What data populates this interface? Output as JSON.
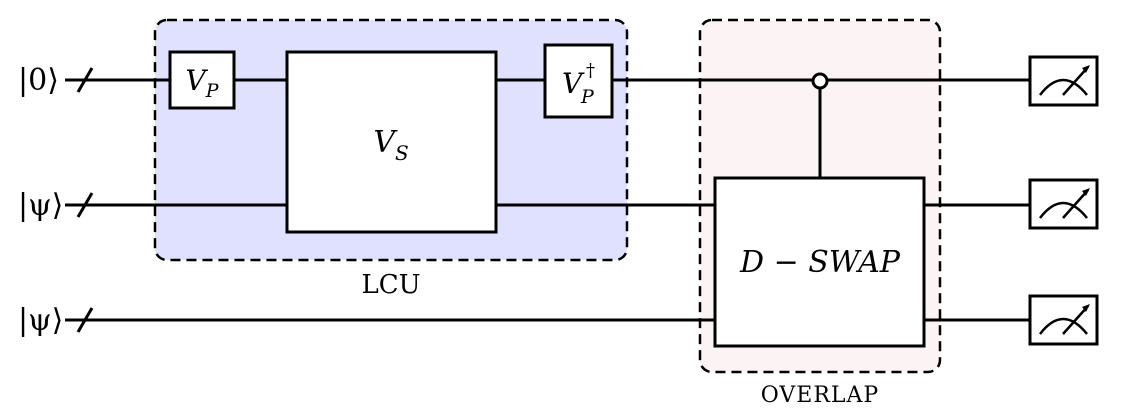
{
  "colors": {
    "lcu_fill": "#e0e0ff",
    "overlap_fill": "#fcf4f4",
    "ink": "#000000"
  },
  "inputs": {
    "q0": "|0⟩",
    "q1": "|ψ⟩",
    "q2": "|ψ⟩"
  },
  "gates": {
    "vp": {
      "base": "V",
      "sub": "P"
    },
    "vs": {
      "base": "V",
      "sub": "S"
    },
    "vp_dagger": {
      "base": "V",
      "sup": "†",
      "sub": "P"
    },
    "dswap": "D − SWAP"
  },
  "regions": {
    "lcu": "LCU",
    "overlap": "OVERLAP"
  },
  "measurement_icon": "meter-icon"
}
